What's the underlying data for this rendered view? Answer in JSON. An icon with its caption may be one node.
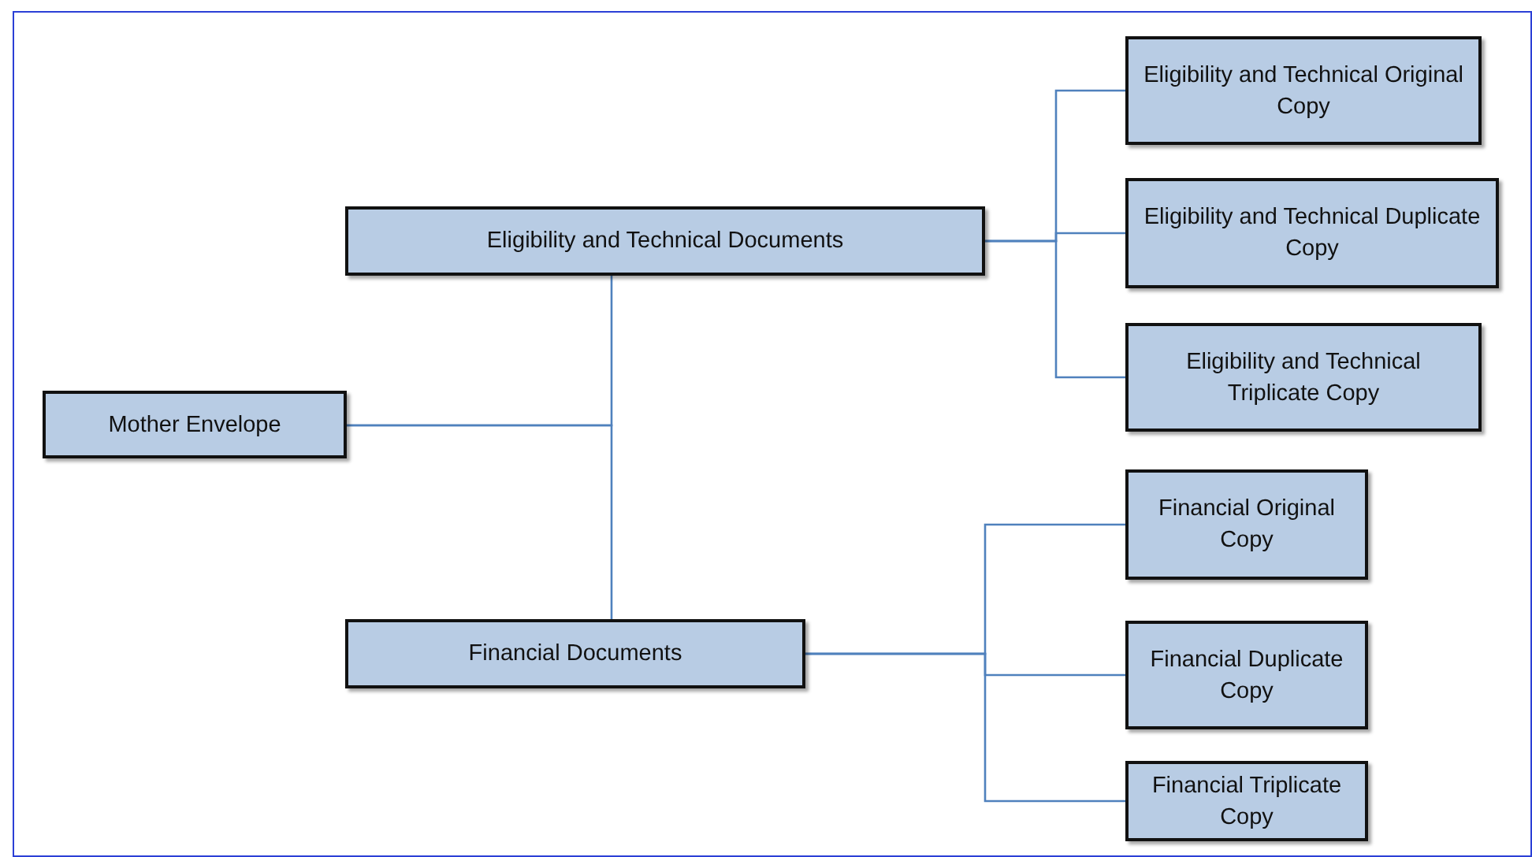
{
  "diagram": {
    "nodes": [
      {
        "text": [
          "Mother Envelope"
        ]
      },
      {
        "text": [
          "Eligibility and Technical Documents"
        ]
      },
      {
        "text": [
          "Financial Documents"
        ]
      },
      {
        "text": [
          "Eligibility and Technical Original Copy"
        ]
      },
      {
        "text": [
          "Eligibility and Technical Duplicate Copy"
        ]
      },
      {
        "text": [
          "Eligibility and Technical Triplicate Copy"
        ]
      },
      {
        "text": [
          "Financial Original Copy"
        ]
      },
      {
        "text": [
          "Financial Duplicate Copy"
        ]
      },
      {
        "text": [
          "Financial Triplicate Copy"
        ]
      }
    ],
    "edges": [
      {
        "from": 0,
        "to": 1,
        "arrow": "none"
      },
      {
        "from": 0,
        "to": 2,
        "arrow": "none"
      },
      {
        "from": 1,
        "to": 3,
        "arrow": "none"
      },
      {
        "from": 1,
        "to": 4,
        "arrow": "none"
      },
      {
        "from": 1,
        "to": 5,
        "arrow": "none"
      },
      {
        "from": 2,
        "to": 6,
        "arrow": "none"
      },
      {
        "from": 2,
        "to": 7,
        "arrow": "none"
      },
      {
        "from": 2,
        "to": 8,
        "arrow": "none"
      }
    ]
  }
}
